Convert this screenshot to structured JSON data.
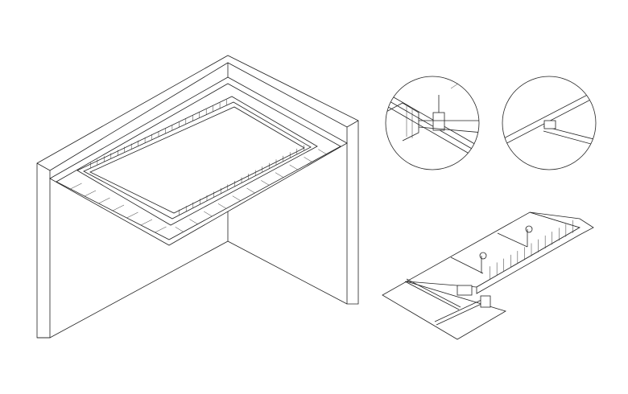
{
  "drawing": {
    "line_color": "#222222",
    "background": "#ffffff",
    "views": [
      "isometric-room-ceiling-frame",
      "detail-circle-left",
      "detail-circle-right",
      "exploded-assembly"
    ]
  }
}
